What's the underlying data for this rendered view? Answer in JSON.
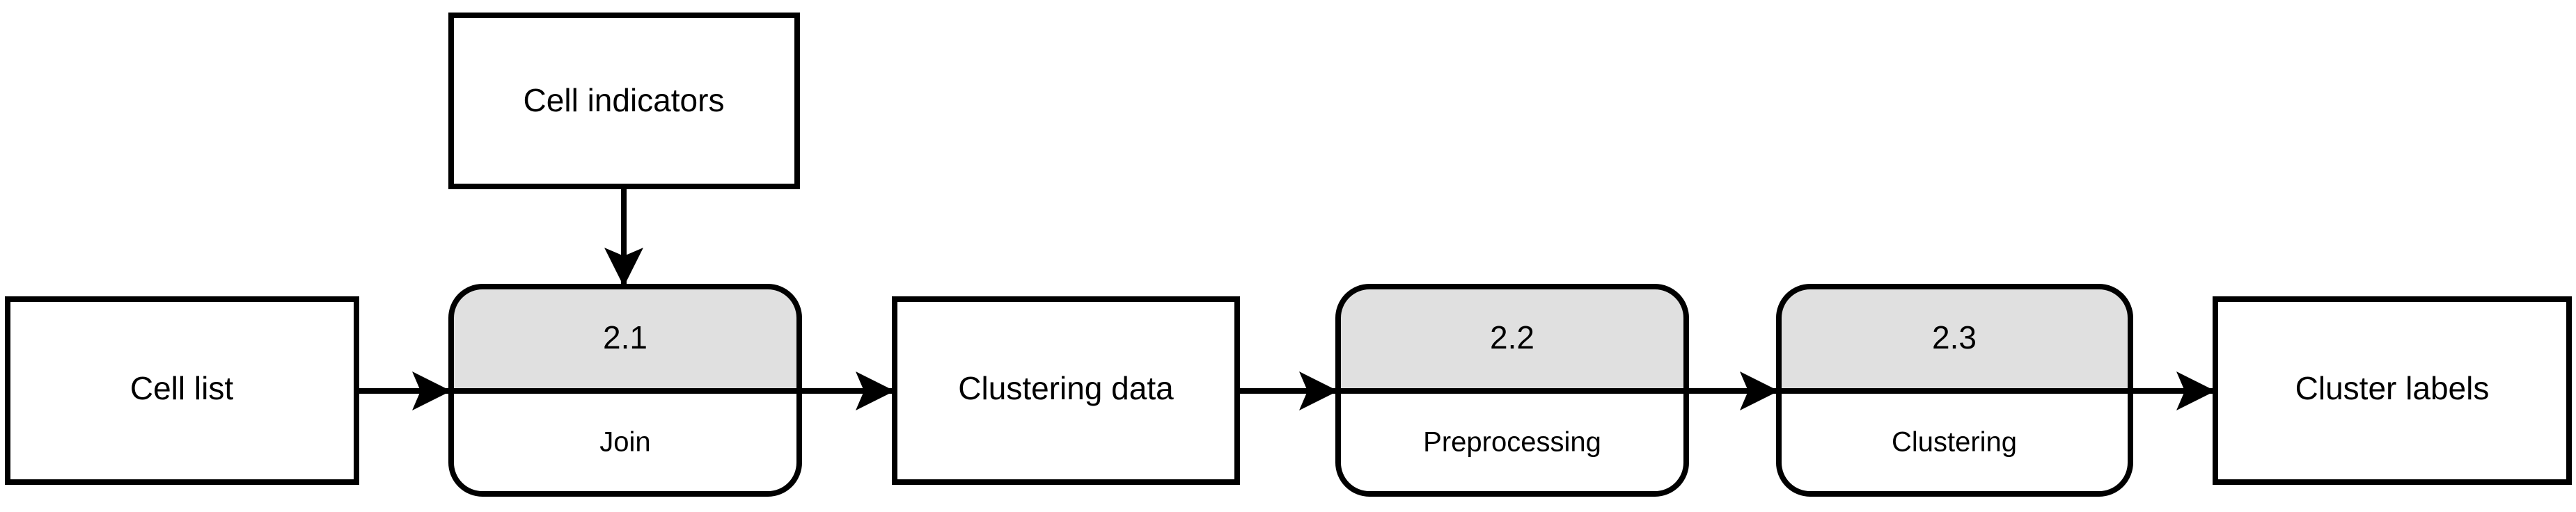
{
  "diagram": {
    "title": "Clustering data flow diagram",
    "type": "data-flow-diagram",
    "colors": {
      "stroke": "#000000",
      "process_header_fill": "#e0e0e0",
      "node_fill": "#ffffff",
      "background": "#ffffff"
    },
    "data_stores": [
      {
        "key": "cell_indicators",
        "label": "Cell indicators"
      },
      {
        "key": "cell_list",
        "label": "Cell list"
      },
      {
        "key": "clustering_data",
        "label": "Clustering data"
      },
      {
        "key": "cluster_labels",
        "label": "Cluster labels"
      }
    ],
    "processes": [
      {
        "key": "join",
        "id": "2.1",
        "name": "Join"
      },
      {
        "key": "preprocessing",
        "id": "2.2",
        "name": "Preprocessing"
      },
      {
        "key": "clustering",
        "id": "2.3",
        "name": "Clustering"
      }
    ],
    "flows": [
      {
        "from": "cell_list",
        "to": "join",
        "direction": "right"
      },
      {
        "from": "cell_indicators",
        "to": "join",
        "direction": "down"
      },
      {
        "from": "join",
        "to": "clustering_data",
        "direction": "right"
      },
      {
        "from": "clustering_data",
        "to": "preprocessing",
        "direction": "right"
      },
      {
        "from": "preprocessing",
        "to": "clustering",
        "direction": "right"
      },
      {
        "from": "clustering",
        "to": "cluster_labels",
        "direction": "right"
      }
    ]
  }
}
